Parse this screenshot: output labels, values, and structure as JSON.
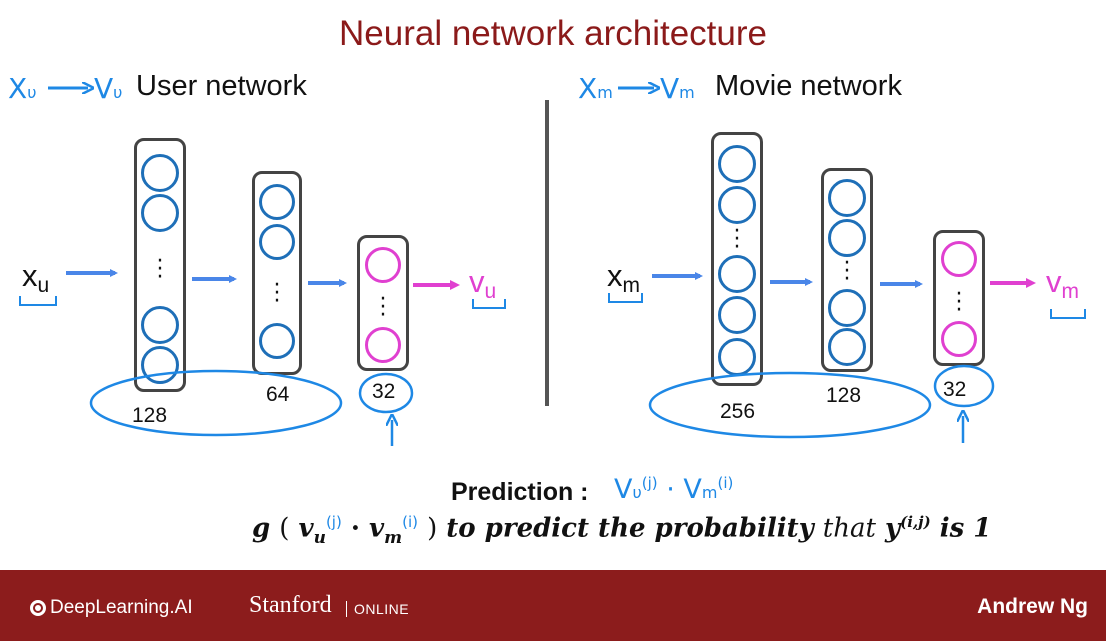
{
  "slide_title": "Neural network architecture",
  "user_side": {
    "hw_input": "X",
    "hw_input_sub": "υ",
    "hw_output": "V",
    "hw_output_sub": "υ",
    "label": "User network",
    "input_label": "x",
    "input_sub": "u",
    "output_label": "v",
    "output_sub": "u",
    "layer_sizes": [
      "128",
      "64",
      "32"
    ]
  },
  "movie_side": {
    "hw_input": "X",
    "hw_input_sub": "m",
    "hw_output": "V",
    "hw_output_sub": "m",
    "label": "Movie network",
    "input_label": "x",
    "input_sub": "m",
    "output_label": "v",
    "output_sub": "m",
    "layer_sizes": [
      "256",
      "128",
      "32"
    ]
  },
  "prediction": {
    "label": "Prediction :",
    "hw_v1": "V",
    "hw_v1_sub": "υ",
    "hw_v1_sup": "(j)",
    "hw_dot": "·",
    "hw_v2": "V",
    "hw_v2_sub": "m",
    "hw_v2_sup": "(i)"
  },
  "formula": {
    "g": "g",
    "open": "(",
    "v_u": "v",
    "v_u_sub": "u",
    "v_u_sup": "(j)",
    "dot": "·",
    "v_m": "v",
    "v_m_sub": "m",
    "v_m_sup": "(i)",
    "close": ")",
    "text": "to predict  the probability",
    "that": "that",
    "y": "y",
    "y_sup": "(i,j)",
    "tail": "is 1"
  },
  "footer": {
    "logo": "DeepLearning.AI",
    "stanford": "Stanford",
    "online": "ONLINE",
    "author": "Andrew Ng"
  },
  "colors": {
    "title": "#8b1a1a",
    "footer_bg": "#8c1c1c",
    "handwriting": "#1e88e5",
    "neuron": "#1e6fb8",
    "output_neuron": "#e040d0",
    "arrow_blue": "#4a86e8"
  }
}
